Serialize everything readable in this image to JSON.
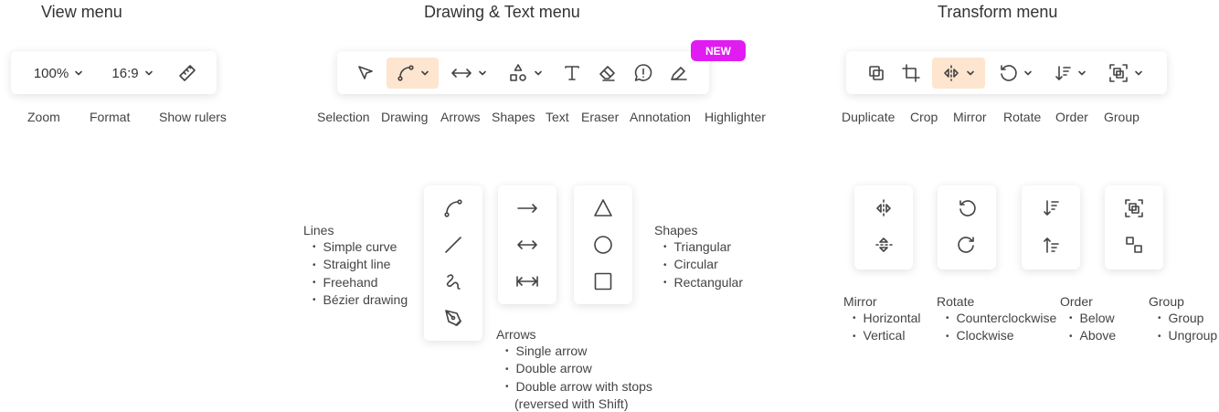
{
  "view": {
    "title": "View menu",
    "zoom_value": "100%",
    "format_value": "16:9",
    "labels": [
      "Zoom",
      "Format",
      "Show rulers"
    ]
  },
  "drawing": {
    "title": "Drawing & Text menu",
    "new_badge": "NEW",
    "labels": [
      "Selection",
      "Drawing",
      "Arrows",
      "Shapes",
      "Text",
      "Eraser",
      "Annotation",
      "Highlighter"
    ],
    "lines": {
      "heading": "Lines",
      "items": [
        "Simple curve",
        "Straight line",
        "Freehand",
        "Bézier drawing"
      ]
    },
    "arrows": {
      "heading": "Arrows",
      "items": [
        "Single arrow",
        "Double arrow",
        "Double arrow with stops",
        "(reversed with Shift)"
      ]
    },
    "shapes": {
      "heading": "Shapes",
      "items": [
        "Triangular",
        "Circular",
        "Rectangular"
      ]
    }
  },
  "transform": {
    "title": "Transform menu",
    "labels": [
      "Duplicate",
      "Crop",
      "Mirror",
      "Rotate",
      "Order",
      "Group"
    ],
    "mirror": {
      "heading": "Mirror",
      "items": [
        "Horizontal",
        "Vertical"
      ]
    },
    "rotate": {
      "heading": "Rotate",
      "items": [
        "Counterclockwise",
        "Clockwise"
      ]
    },
    "order": {
      "heading": "Order",
      "items": [
        "Below",
        "Above"
      ]
    },
    "group": {
      "heading": "Group",
      "items": [
        "Group",
        "Ungroup"
      ]
    }
  },
  "colors": {
    "accent": "#fde5cf",
    "badge": "#e01cf2"
  }
}
